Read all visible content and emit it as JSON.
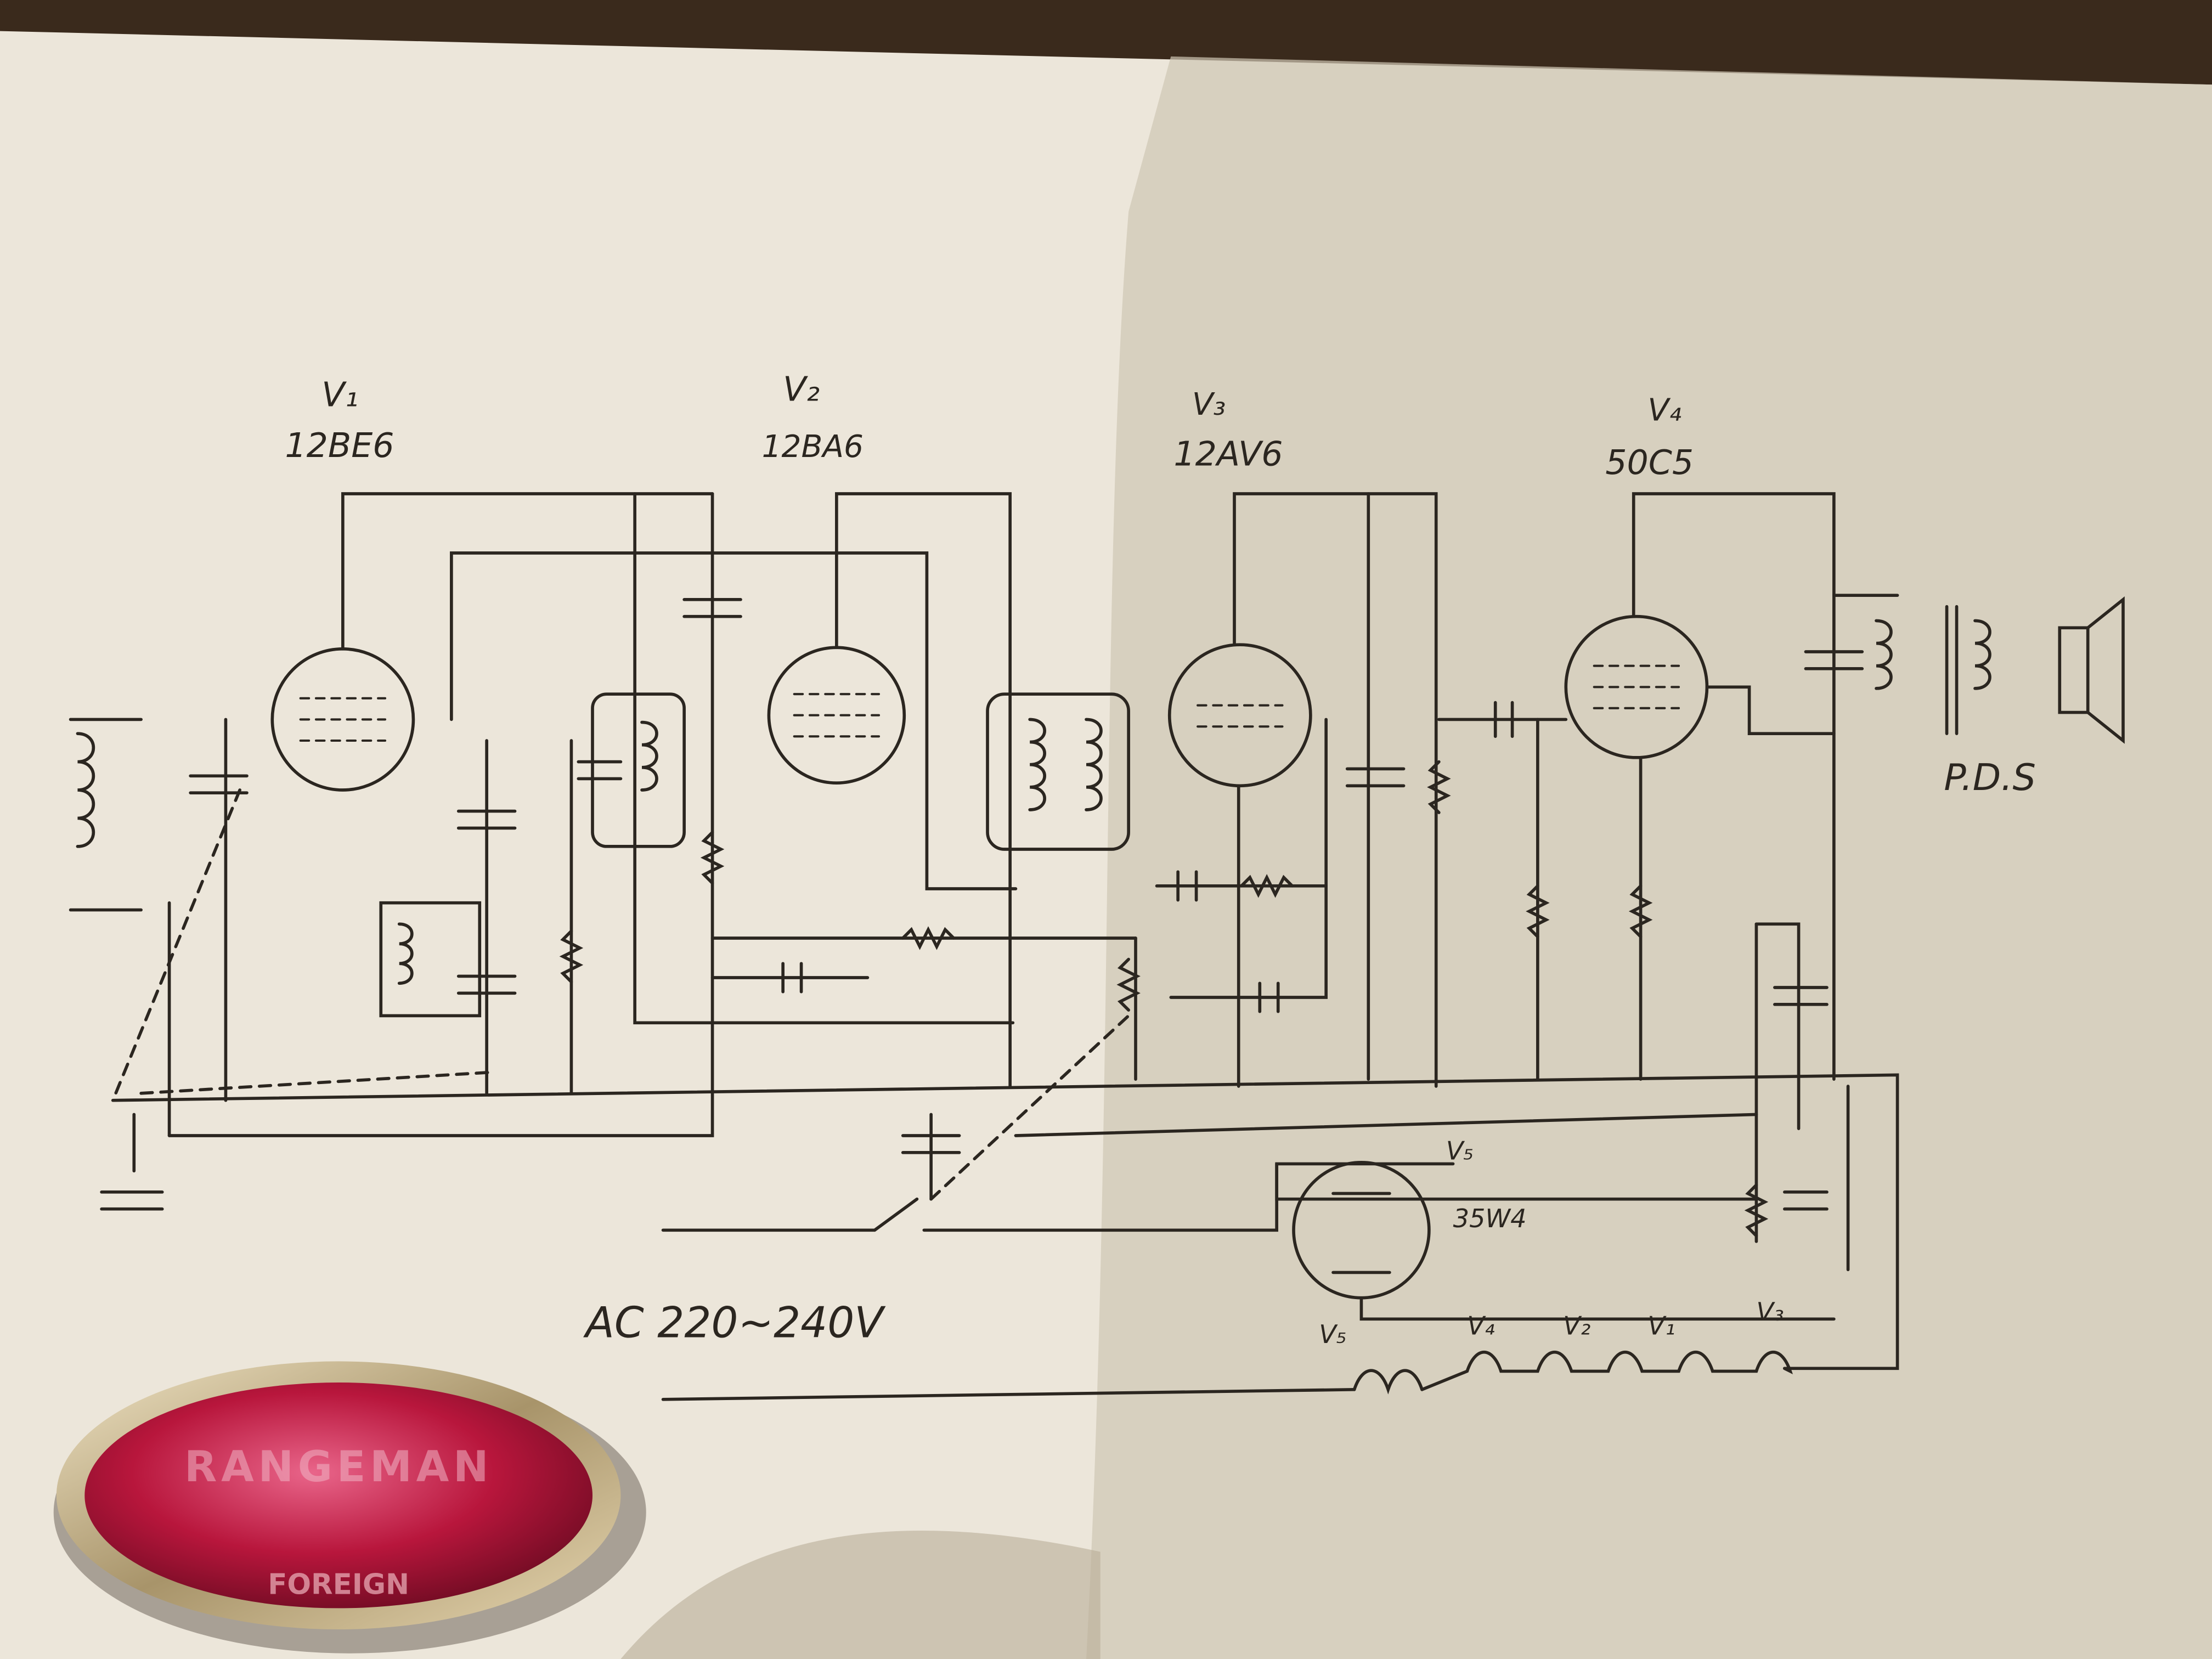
{
  "schematic": {
    "tubes": [
      {
        "ref": "V₁",
        "type": "12BE6"
      },
      {
        "ref": "V₂",
        "type": "12BA6"
      },
      {
        "ref": "V₃",
        "type": "12AV6"
      },
      {
        "ref": "V₄",
        "type": "50C5"
      },
      {
        "ref": "V₅",
        "type": "35W4"
      }
    ],
    "speaker_label": "P.D.S",
    "power_label": "AC 220~240V",
    "heater_chain": [
      "V₅",
      "V₄",
      "V₂",
      "V₁",
      "V₃"
    ],
    "rectifier_ref": "V₅"
  },
  "badge": {
    "brand": "RANGEMAN",
    "subtext": "FOREIGN",
    "colors": {
      "face": "#b8163c",
      "rim": "#c9b48a"
    }
  },
  "colors": {
    "paper": "#ece6da",
    "ink": "#2b2620",
    "background": "#3a2a1c"
  }
}
